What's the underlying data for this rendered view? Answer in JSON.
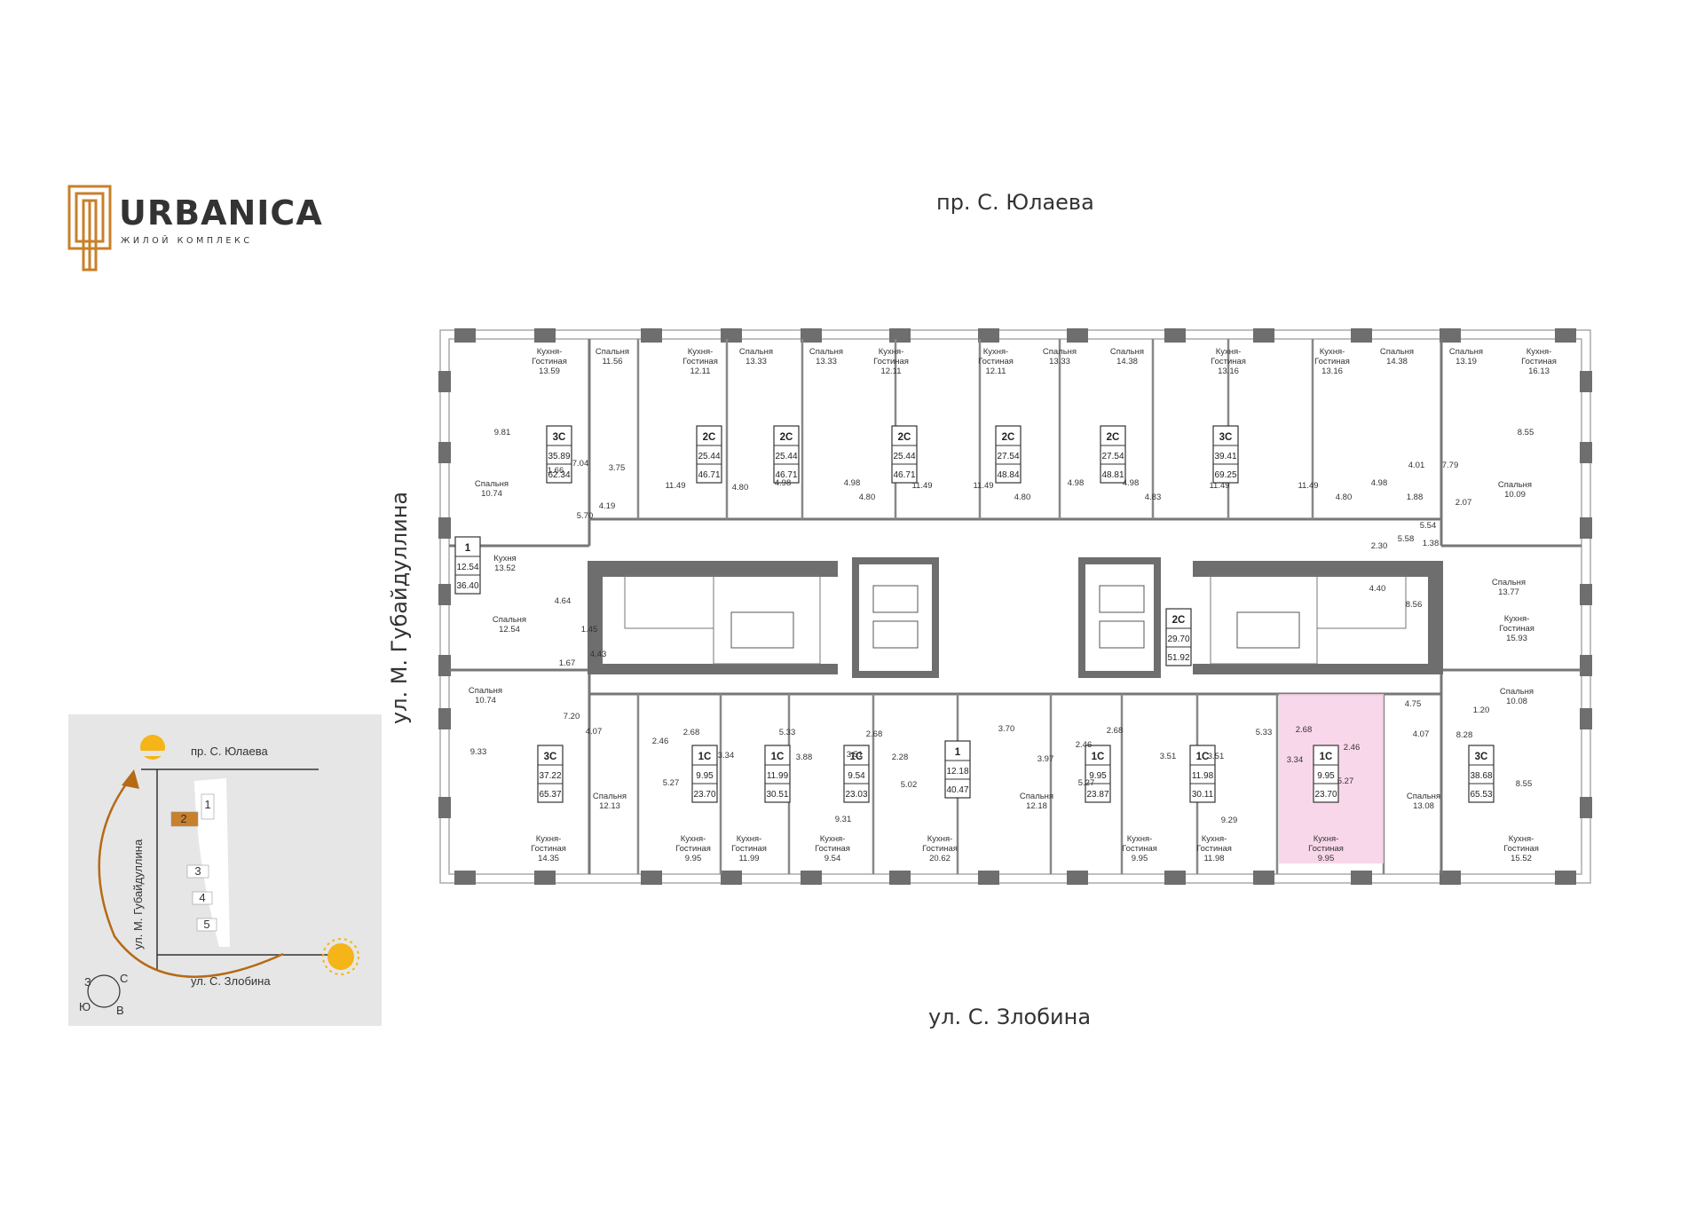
{
  "brand": {
    "name": "URBANICA",
    "tagline": "ЖИЛОЙ КОМПЛЕКС",
    "color": "#c8802a"
  },
  "streets": {
    "top": "пр. С. Юлаева",
    "bottom": "ул. С. Злобина",
    "left": "ул. М. Губайдуллина"
  },
  "highlight_color": "#f8d0e6",
  "apartments_top": [
    {
      "type": "3С",
      "living": "35.89",
      "total": "62.34"
    },
    {
      "type": "2С",
      "living": "25.44",
      "total": "46.71"
    },
    {
      "type": "2С",
      "living": "25.44",
      "total": "46.71"
    },
    {
      "type": "2С",
      "living": "25.44",
      "total": "46.71"
    },
    {
      "type": "2С",
      "living": "27.54",
      "total": "48.84"
    },
    {
      "type": "2С",
      "living": "27.54",
      "total": "48.81"
    },
    {
      "type": "3С",
      "living": "39.41",
      "total": "69.25"
    }
  ],
  "apartments_side": [
    {
      "type": "1",
      "living": "12.54",
      "total": "36.40"
    },
    {
      "type": "2С",
      "living": "29.70",
      "total": "51.92"
    }
  ],
  "apartments_bottom": [
    {
      "type": "3С",
      "living": "37.22",
      "total": "65.37"
    },
    {
      "type": "1С",
      "living": "9.95",
      "total": "23.70"
    },
    {
      "type": "1С",
      "living": "11.99",
      "total": "30.51"
    },
    {
      "type": "1С",
      "living": "9.54",
      "total": "23.03"
    },
    {
      "type": "1",
      "living": "12.18",
      "total": "40.47"
    },
    {
      "type": "1С",
      "living": "9.95",
      "total": "23.87"
    },
    {
      "type": "1С",
      "living": "11.98",
      "total": "30.11"
    },
    {
      "type": "1С",
      "living": "9.95",
      "total": "23.70"
    },
    {
      "type": "3С",
      "living": "38.68",
      "total": "65.53"
    }
  ],
  "room_labels_top": [
    [
      "Кухня-",
      "Гостиная",
      "13.59"
    ],
    [
      "Спальня",
      "11.56"
    ],
    [
      "Кухня-",
      "Гостиная",
      "12.11"
    ],
    [
      "Спальня",
      "13.33"
    ],
    [
      "Спальня",
      "13.33"
    ],
    [
      "Кухня-",
      "Гостиная",
      "12.11"
    ],
    [
      "Кухня-",
      "Гостиная",
      "12.11"
    ],
    [
      "Спальня",
      "13.33"
    ],
    [
      "Спальня",
      "14.38"
    ],
    [
      "Кухня-",
      "Гостиная",
      "13.16"
    ],
    [
      "Кухня-",
      "Гостиная",
      "13.16"
    ],
    [
      "Спальня",
      "14.38"
    ],
    [
      "Спальня",
      "13.19"
    ],
    [
      "Кухня-",
      "Гостиная",
      "16.13"
    ]
  ],
  "room_labels_bottom": [
    [
      "Кухня-",
      "Гостиная",
      "14.35"
    ],
    [
      "Спальня",
      "12.13"
    ],
    [
      "Кухня-",
      "Гостиная",
      "9.95"
    ],
    [
      "Кухня-",
      "Гостиная",
      "11.99"
    ],
    [
      "Кухня-",
      "Гостиная",
      "9.54"
    ],
    [
      "Кухня-",
      "Гостиная",
      "20.62"
    ],
    [
      "Спальня",
      "12.18"
    ],
    [
      "Кухня-",
      "Гостиная",
      "9.95"
    ],
    [
      "Кухня-",
      "Гостиная",
      "11.98"
    ],
    [
      "Кухня-",
      "Гостиная",
      "9.95"
    ],
    [
      "Спальня",
      "13.08"
    ],
    [
      "Кухня-",
      "Гостиная",
      "15.52"
    ]
  ],
  "room_labels_side": [
    [
      "Спальня",
      "10.74"
    ],
    [
      "Кухня",
      "13.52"
    ],
    [
      "Спальня",
      "12.54"
    ],
    [
      "Спальня",
      "10.74"
    ],
    [
      "Спальня",
      "10.09"
    ],
    [
      "Спальня",
      "13.77"
    ],
    [
      "Кухня-",
      "Гостиная",
      "15.93"
    ],
    [
      "Спальня",
      "10.08"
    ]
  ],
  "small_areas": [
    "9.81",
    "7.04",
    "3.75",
    "1.66",
    "4.19",
    "5.70",
    "11.49",
    "4.80",
    "4.98",
    "4.98",
    "4.80",
    "11.49",
    "11.49",
    "4.80",
    "4.98",
    "4.98",
    "4.83",
    "11.49",
    "11.49",
    "4.80",
    "4.98",
    "4.01",
    "1.88",
    "7.79",
    "8.55",
    "2.07",
    "5.54",
    "5.58",
    "1.38",
    "2.30",
    "4.40",
    "8.56",
    "4.64",
    "1.45",
    "4.43",
    "1.67",
    "7.20",
    "9.33",
    "4.07",
    "2.46",
    "2.68",
    "5.27",
    "3.34",
    "5.33",
    "3.88",
    "3.51",
    "9.31",
    "2.68",
    "2.28",
    "5.02",
    "3.70",
    "3.97",
    "2.46",
    "2.68",
    "5.27",
    "3.51",
    "3.51",
    "9.29",
    "5.33",
    "2.68",
    "3.34",
    "2.46",
    "5.27",
    "4.75",
    "4.07",
    "1.20",
    "8.28",
    "8.55"
  ],
  "keymap": {
    "street_top": "пр. С. Юлаева",
    "street_bottom": "ул. С. Злобина",
    "street_left": "ул. М. Губайдуллина",
    "buildings": [
      "1",
      "2",
      "3",
      "4",
      "5"
    ],
    "active_building": "2",
    "active_color": "#c8802a",
    "compass": [
      "З",
      "С",
      "В",
      "Ю"
    ]
  }
}
